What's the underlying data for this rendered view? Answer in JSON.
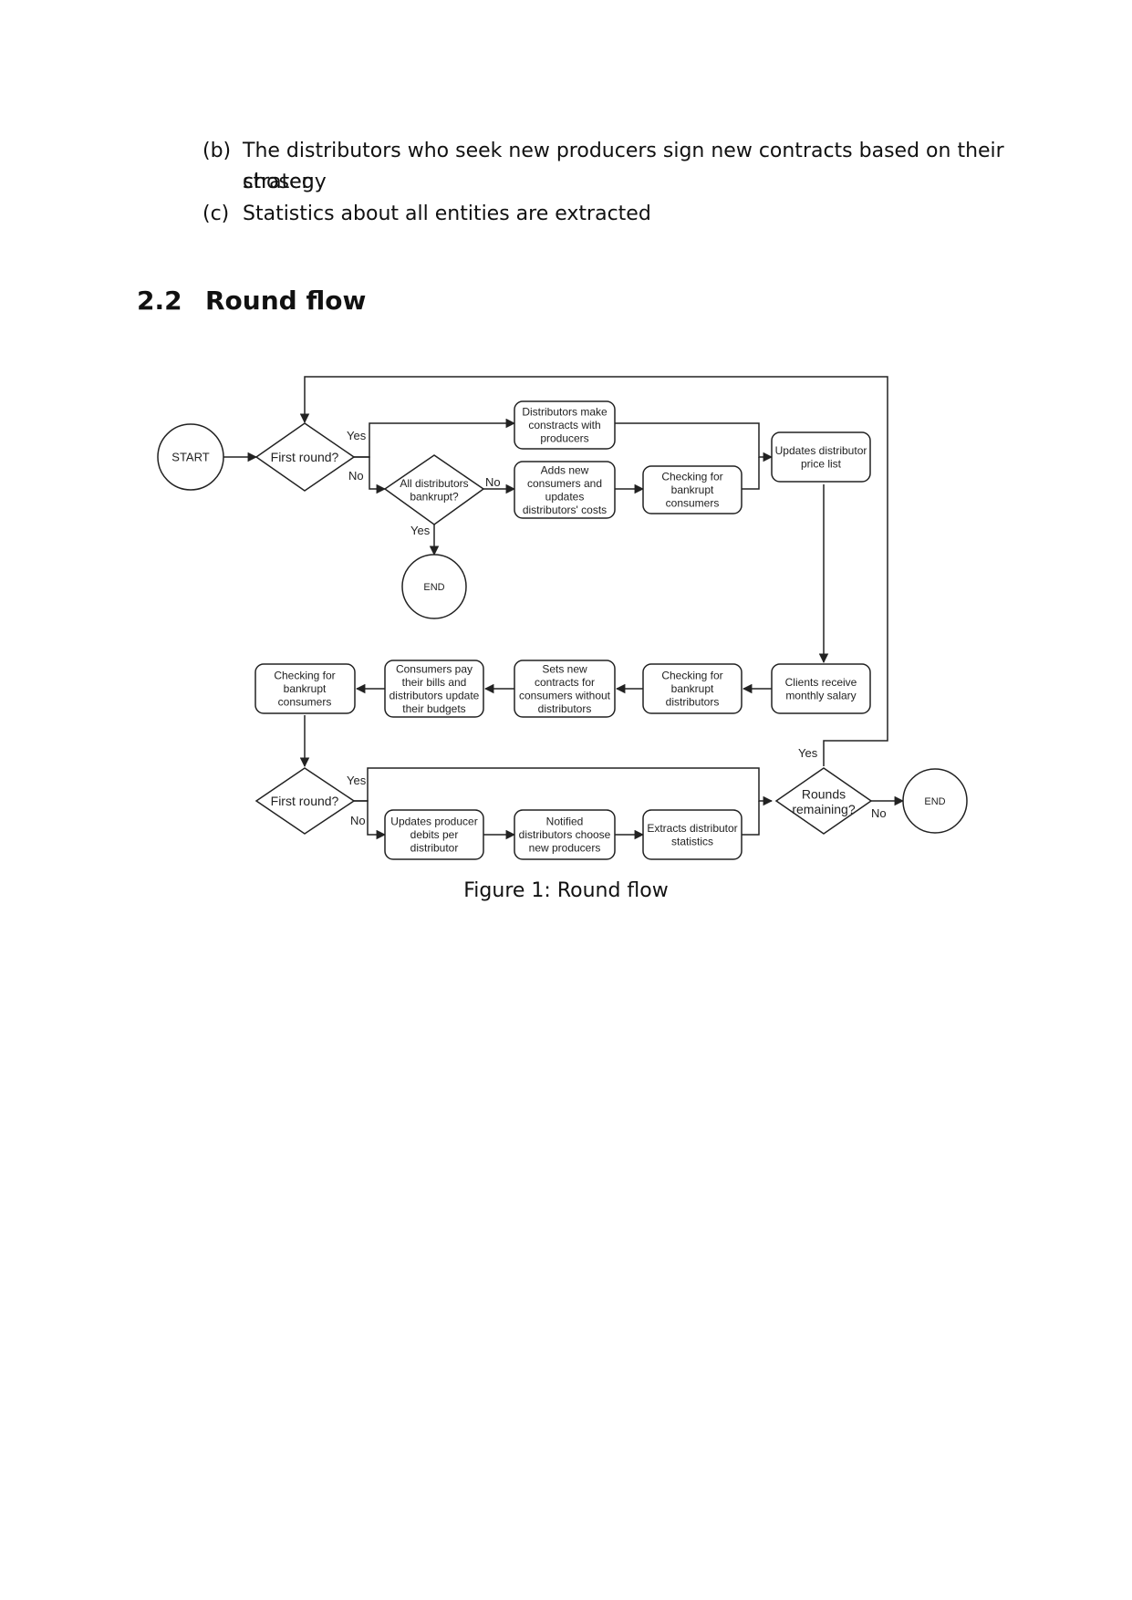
{
  "list": [
    {
      "label": "(b)",
      "line1": "The distributors who seek new producers sign new contracts based on their chosen",
      "line2": "strategy"
    },
    {
      "label": "(c)",
      "line1": "Statistics about all entities are extracted"
    }
  ],
  "section": {
    "number": "2.2",
    "title": "Round flow"
  },
  "figure": {
    "caption": "Figure 1: Round flow"
  },
  "diagram": {
    "nodes": {
      "start": "START",
      "first_round_top": "First round?",
      "make_contracts": [
        "Distributors make",
        "constracts with",
        "producers"
      ],
      "all_bankrupt": [
        "All distributors",
        "bankrupt?"
      ],
      "end_top": "END",
      "adds_consumers": [
        "Adds new",
        "consumers and",
        "updates",
        "distributors' costs"
      ],
      "check_bankrupt_consumers_top": [
        "Checking for",
        "bankrupt",
        "consumers"
      ],
      "updates_price_list": [
        "Updates distributor",
        "price list"
      ],
      "clients_salary": [
        "Clients receive",
        "monthly salary"
      ],
      "check_bankrupt_distributors": [
        "Checking for",
        "bankrupt",
        "distributors"
      ],
      "sets_contracts": [
        "Sets new",
        "contracts for",
        "consumers without",
        "distributors"
      ],
      "consumers_pay": [
        "Consumers pay",
        "their bills and",
        "distributors update",
        "their budgets"
      ],
      "check_bankrupt_consumers_mid": [
        "Checking for",
        "bankrupt",
        "consumers"
      ],
      "first_round_bottom": "First round?",
      "updates_debits": [
        "Updates producer",
        "debits per",
        "distributor"
      ],
      "notified_distributors": [
        "Notified",
        "distributors choose",
        "new producers"
      ],
      "extracts_stats": [
        "Extracts distributor",
        "statistics"
      ],
      "rounds_remaining": [
        "Rounds",
        "remaining?"
      ],
      "end_right": "END"
    },
    "edge_labels": {
      "yes_first_top": "Yes",
      "no_first_top": "No",
      "no_bankrupt": "No",
      "yes_bankrupt": "Yes",
      "yes_first_bottom": "Yes",
      "no_first_bottom": "No",
      "yes_rounds": "Yes",
      "no_rounds": "No"
    }
  }
}
